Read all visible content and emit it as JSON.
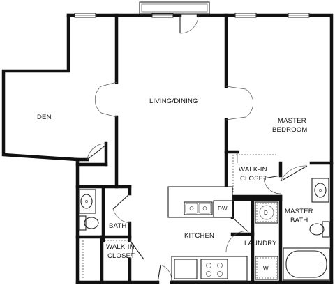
{
  "rooms": {
    "den": "DEN",
    "living_dining": "LIVING/DINING",
    "master_bedroom_line1": "MASTER",
    "master_bedroom_line2": "BEDROOM",
    "walk_in_closet_master_line1": "WALK-IN",
    "walk_in_closet_master_line2": "CLOSET",
    "master_bath_line1": "MASTER",
    "master_bath_line2": "BATH",
    "bath": "BATH",
    "kitchen": "KITCHEN",
    "laundry": "LAUNDRY",
    "walk_in_closet_line1": "WALK-IN",
    "walk_in_closet_line2": "CLOSET"
  },
  "fixtures": {
    "dishwasher": "DW",
    "dryer": "D",
    "washer": "W"
  }
}
